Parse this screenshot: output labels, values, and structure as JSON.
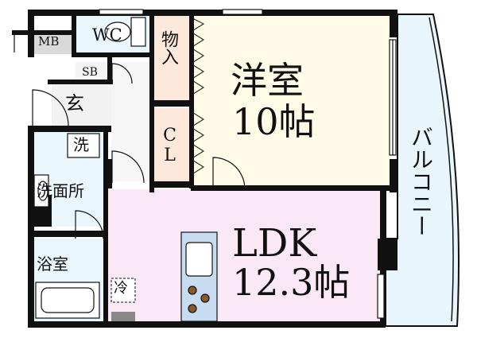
{
  "rooms": {
    "western_room": {
      "name": "洋室",
      "size": "10帖"
    },
    "ldk": {
      "name": "LDK",
      "size": "12.3帖"
    },
    "storage": "物入",
    "closet": "CL",
    "wc": "WC",
    "mb": "MB",
    "sb": "SB",
    "entrance": "玄",
    "washroom": "洗面所",
    "washer": "洗",
    "bathroom": "浴室",
    "fridge": "冷",
    "balcony": "バルコニー"
  },
  "colors": {
    "wall": "#111111",
    "western_room_floor": "#fffbe6",
    "ldk_floor": "#fbe8f6",
    "storage_floor": "#fde9dc",
    "wet_area_floor": "#e9f6fc",
    "entrance_floor": "#f2f2f2",
    "kitchen_counter": "#c7dcf0"
  }
}
